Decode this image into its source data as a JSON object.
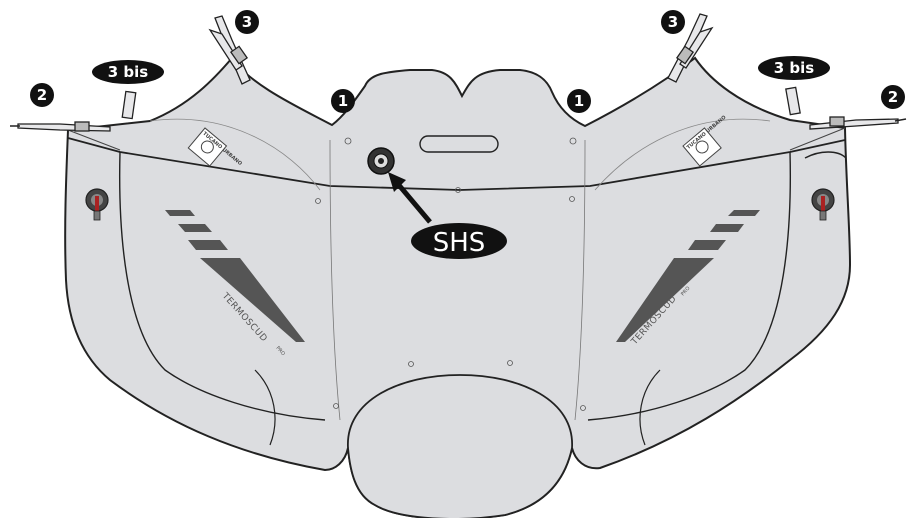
{
  "callouts": {
    "left_outer": "2",
    "left_bis": "3 bis",
    "left_top": "3",
    "left_inner": "1",
    "right_inner": "1",
    "right_top": "3",
    "right_bis": "3 bis",
    "right_outer": "2",
    "center": "SHS"
  },
  "branding": {
    "product_name": "TERMOSCUD",
    "product_suffix": "PRO",
    "logo_text": "TUCANO URBANO"
  },
  "colors": {
    "cover_fill": "#dcdde0",
    "outline": "#222222",
    "stripe": "#555555",
    "label_bg": "#111111"
  }
}
